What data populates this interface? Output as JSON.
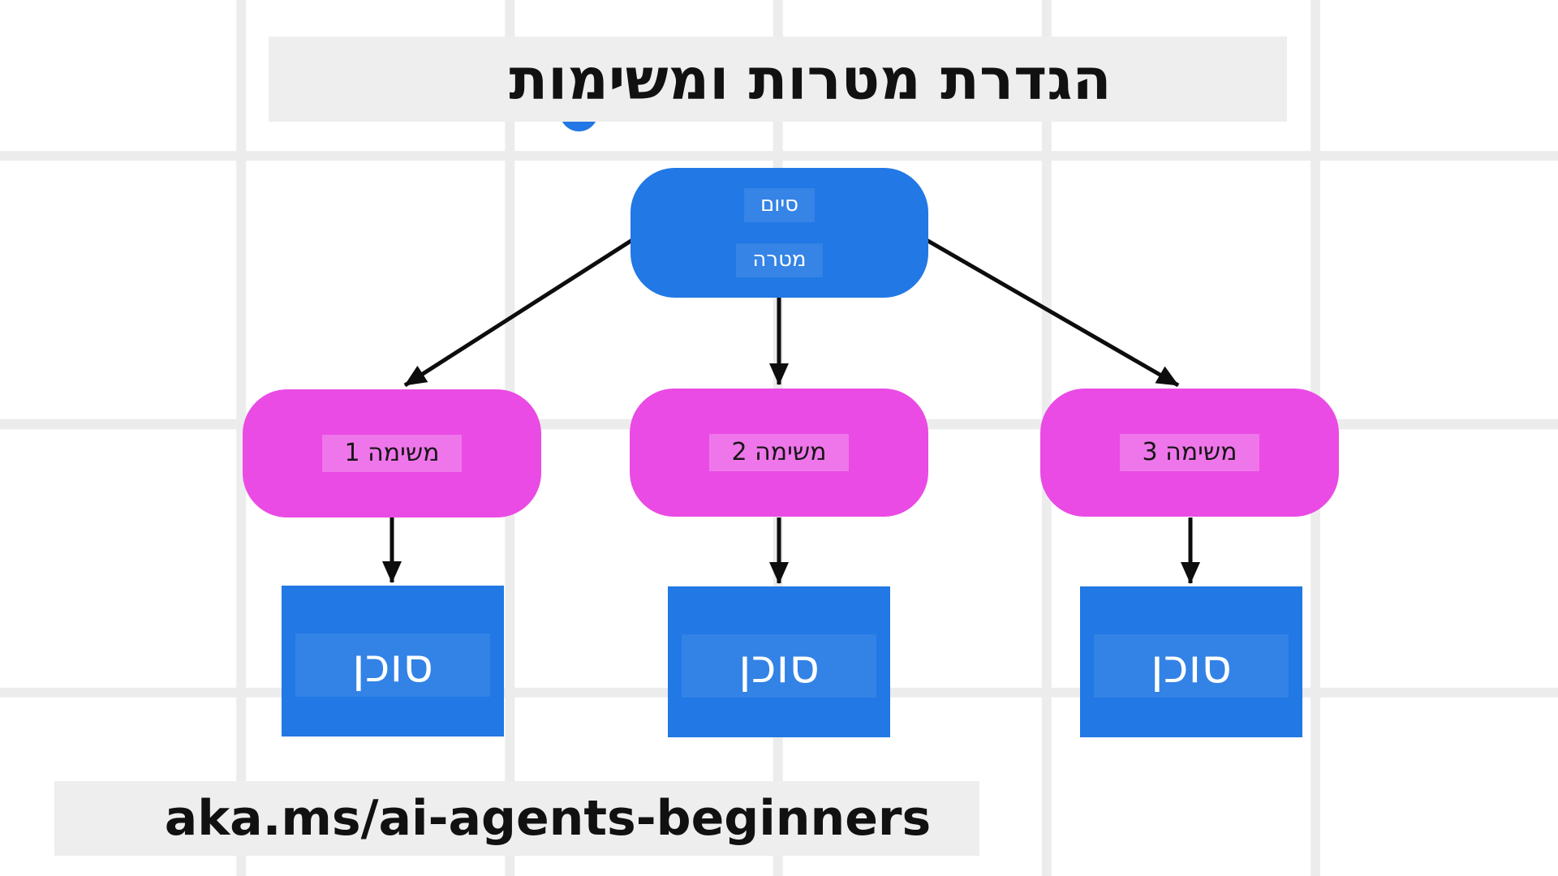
{
  "board": {
    "title": "הגדרת מטרות ומשימות",
    "footer_link": "aka.ms/ai-agents-beginners"
  },
  "goal_node": {
    "top_label": "סיום",
    "bottom_label": "מטרה"
  },
  "task_nodes": [
    {
      "label": "משימה 1"
    },
    {
      "label": "משימה 2"
    },
    {
      "label": "משימה 3"
    }
  ],
  "agent_nodes": [
    {
      "label": "סוכן"
    },
    {
      "label": "סוכן"
    },
    {
      "label": "סוכן"
    }
  ],
  "colors": {
    "node_blue": "#2278e4",
    "node_pink": "#ea4be4",
    "bar_gray": "#eeeeee",
    "arrow_black": "#0d0d0d",
    "grid_line": "#ececec"
  }
}
